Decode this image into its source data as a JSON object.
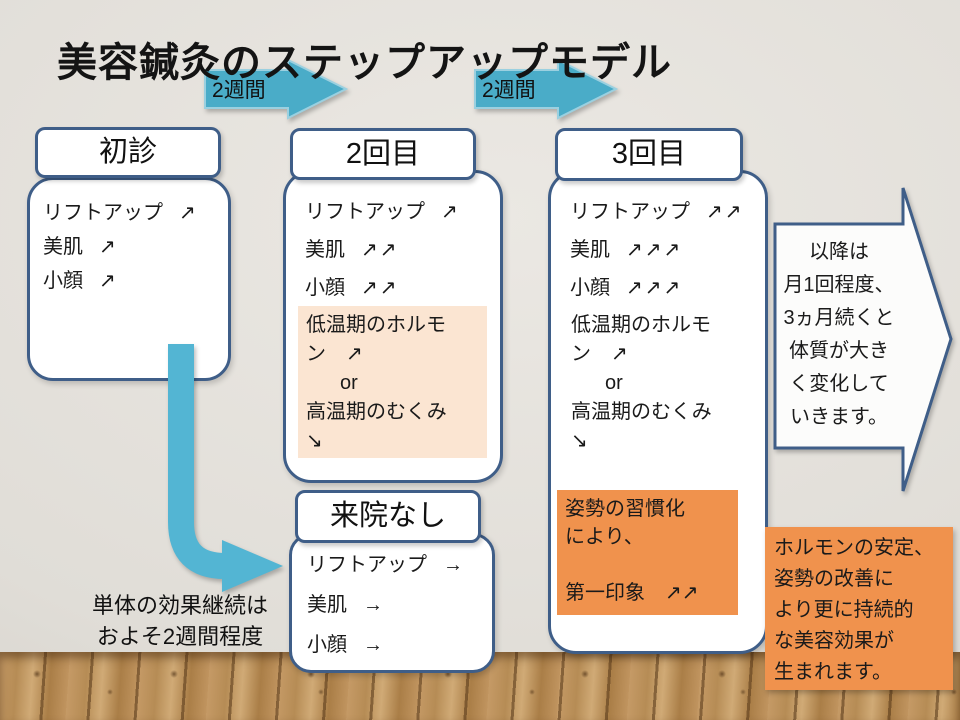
{
  "slide_title": "美容鍼灸のステップアップモデル",
  "interval_arrows": [
    {
      "label": "2週間"
    },
    {
      "label": "2週間"
    }
  ],
  "steps": [
    {
      "header": "初診",
      "effects": [
        {
          "label": "リフトアップ",
          "trend": "↗"
        },
        {
          "label": "美肌",
          "trend": "↗"
        },
        {
          "label": "小顔",
          "trend": "↗"
        }
      ]
    },
    {
      "header": "2回目",
      "effects": [
        {
          "label": "リフトアップ",
          "trend": "↗"
        },
        {
          "label": "美肌",
          "trend": "↗↗"
        },
        {
          "label": "小顔",
          "trend": "↗↗"
        }
      ],
      "hormone_lines": [
        "低温期のホルモ",
        "ン　↗",
        "or",
        "高温期のむくみ",
        "↘"
      ]
    },
    {
      "header": "3回目",
      "effects": [
        {
          "label": "リフトアップ",
          "trend": "↗↗"
        },
        {
          "label": "美肌",
          "trend": "↗↗↗"
        },
        {
          "label": "小顔",
          "trend": "↗↗↗"
        }
      ],
      "hormone_lines": [
        "低温期のホルモ",
        "ン　↗",
        "or",
        "高温期のむくみ",
        "↘"
      ],
      "posture_lines": [
        "姿勢の習慣化",
        "により、",
        "",
        "第一印象　↗↗"
      ]
    }
  ],
  "no_visit": {
    "header": "来院なし",
    "effects": [
      {
        "label": "リフトアップ",
        "trend": "→"
      },
      {
        "label": "美肌",
        "trend": "→"
      },
      {
        "label": "小顔",
        "trend": "→"
      }
    ]
  },
  "retention_note_lines": [
    "単体の効果継続は",
    "およそ2週間程度"
  ],
  "future_arrow_lines": [
    "以降は",
    "月1回程度、",
    "3ヵ月続くと",
    "体質が大き",
    "く変化して",
    "いきます。"
  ],
  "benefit_lines": [
    "ホルモンの安定、",
    "姿勢の改善に",
    "より更に持続的",
    "な美容効果が",
    "生まれます。"
  ],
  "colors": {
    "step_arrow_teal": "#4AACC8",
    "bent_arrow_teal": "#53B5D3",
    "box_border_blue": "#3F5E88",
    "hormone_highlight_peach": "#FBE5D2",
    "emphasis_orange": "#F0924D",
    "wall_gray": "#E0DDD7",
    "text_black": "#1A1A1A"
  }
}
